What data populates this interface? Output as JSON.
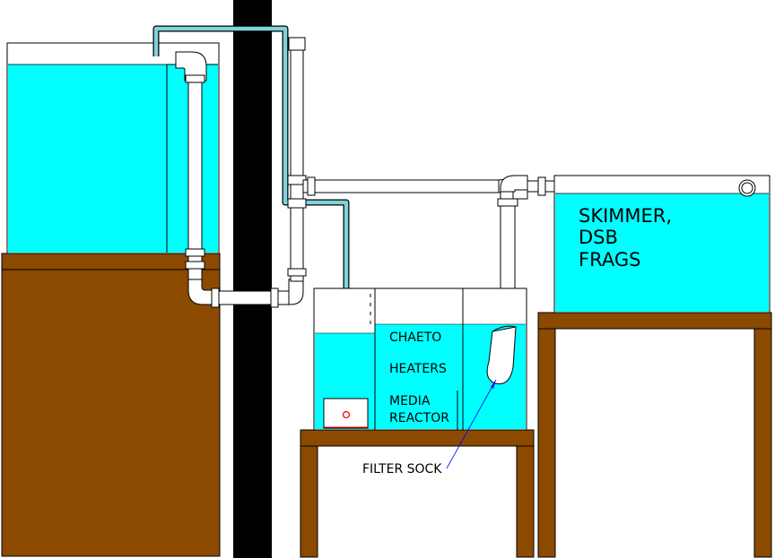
{
  "colors": {
    "water": "#00ffff",
    "wood": "#8b4a00",
    "pipe": "#ffffff",
    "line_pipe": "#7fd3d9",
    "wall": "#000000",
    "pump": "#ff0000",
    "pointer": "#0000ff",
    "outline": "#000000"
  },
  "labels": {
    "skimmer_line1": "SKIMMER,",
    "skimmer_line2": "DSB",
    "skimmer_line3": "FRAGS",
    "chaeto": "CHAETO",
    "heaters": "HEATERS",
    "media_line1": "MEDIA",
    "media_line2": "REACTOR",
    "filter_sock": "FILTER SOCK"
  }
}
